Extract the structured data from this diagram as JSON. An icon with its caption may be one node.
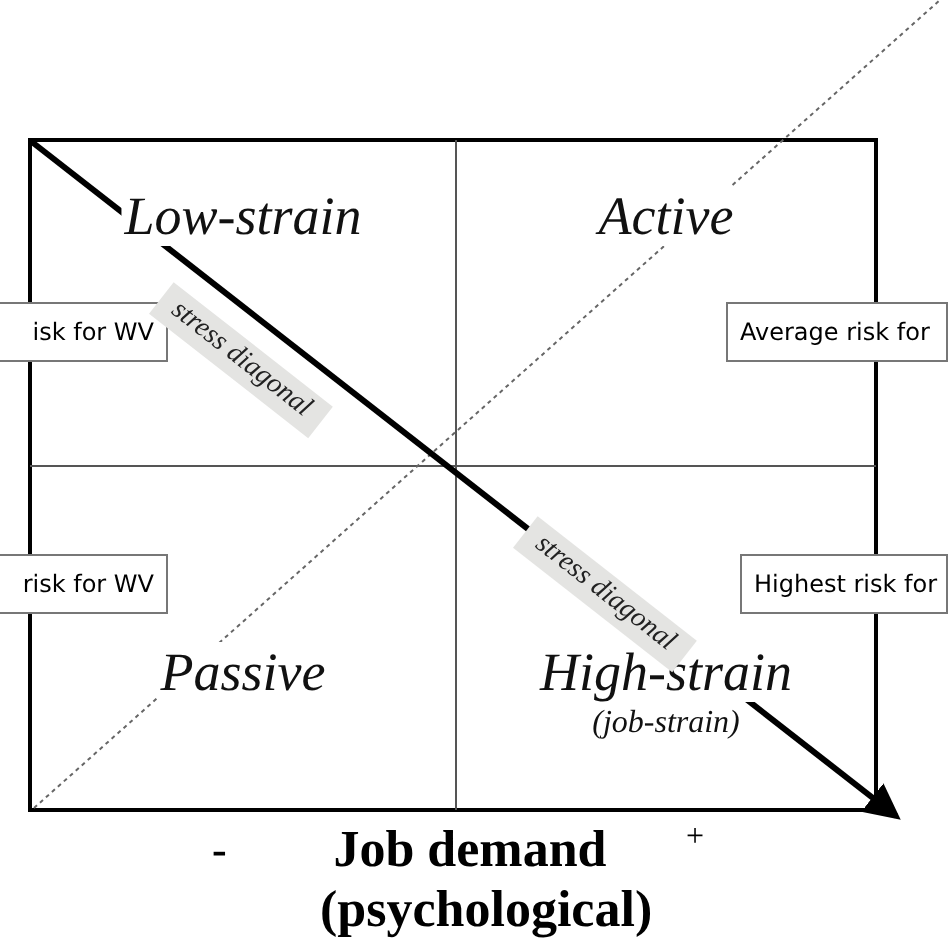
{
  "diagram": {
    "nodes": [
      {
        "text": [
          "Low-strain"
        ]
      },
      {
        "text": [
          "Active"
        ]
      },
      {
        "text": [
          "isk for WV"
        ]
      },
      {
        "text": [
          "Average risk for"
        ]
      },
      {
        "text": [
          "risk for WV"
        ]
      },
      {
        "text": [
          "Highest risk for"
        ]
      },
      {
        "text": [
          "Passive"
        ]
      },
      {
        "text": [
          "High-strain",
          "(job-strain)"
        ]
      }
    ],
    "labels": [
      "stress diagonal",
      "stress diagonal",
      "-",
      "Job demand (psychological)",
      "+"
    ]
  }
}
